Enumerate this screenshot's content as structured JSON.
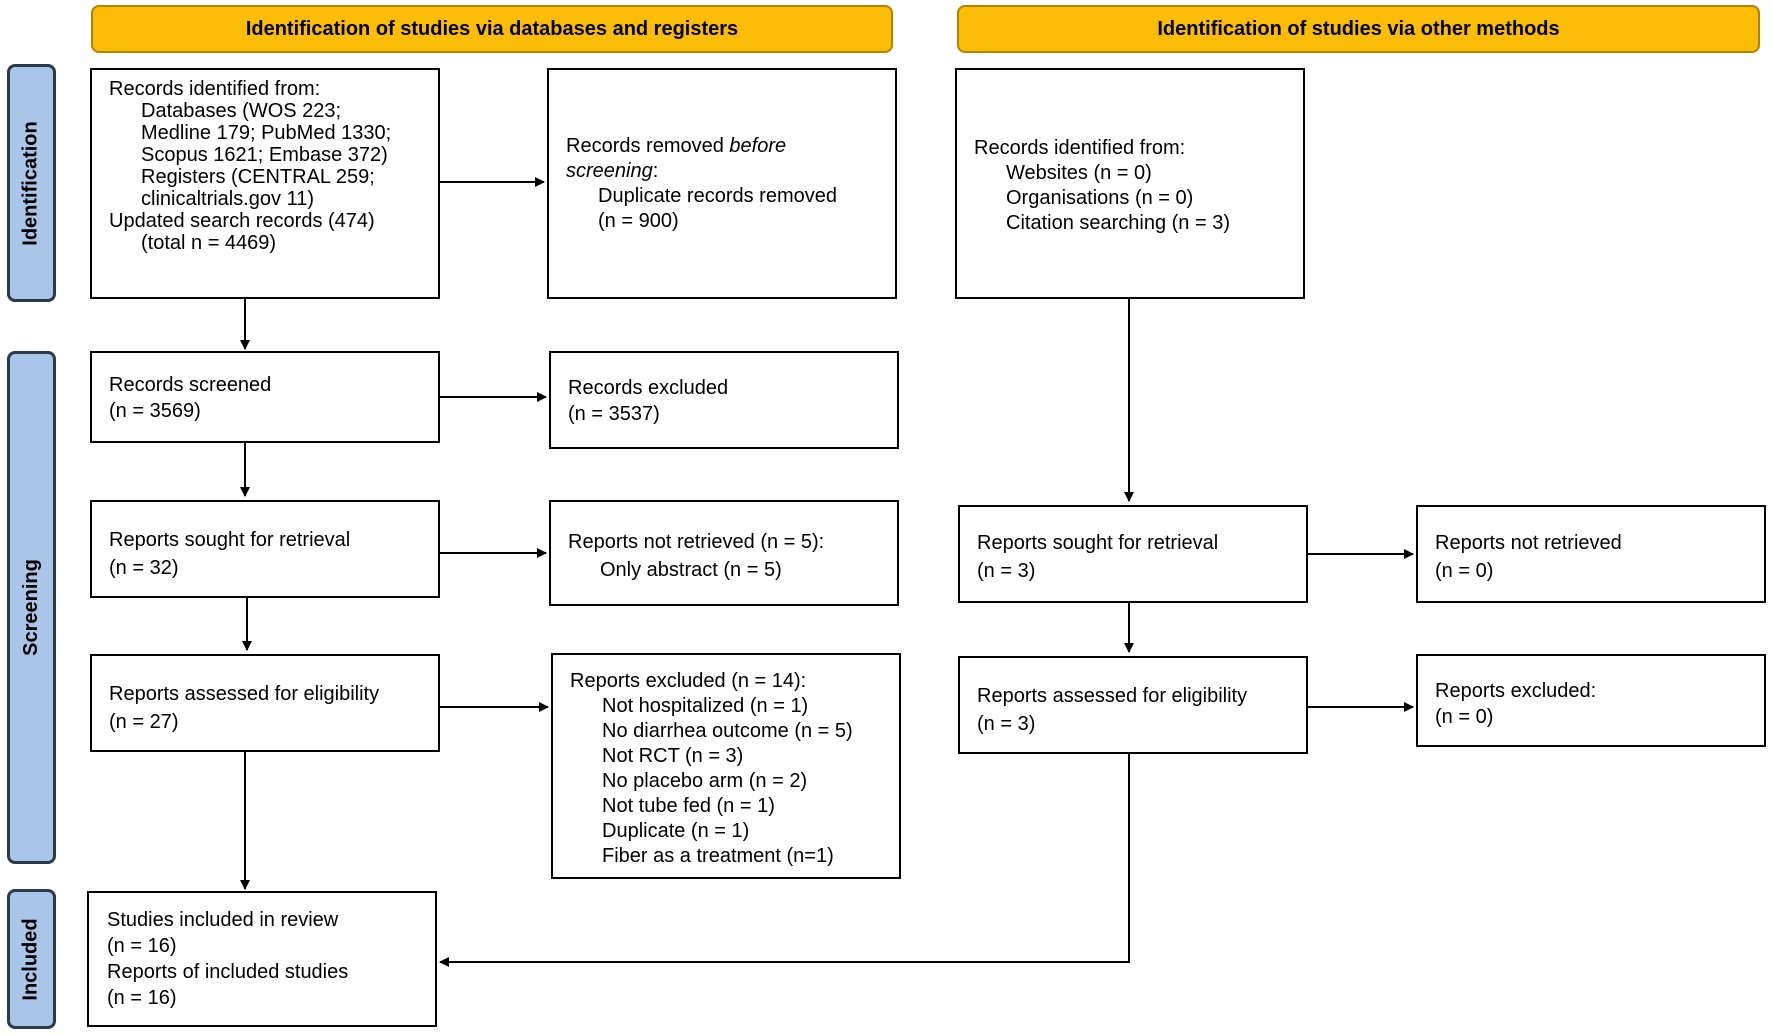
{
  "headers": {
    "left": "Identification of studies via databases and registers",
    "right": "Identification of studies via other methods"
  },
  "phases": {
    "identification": "Identification",
    "screening": "Screening",
    "included": "Included"
  },
  "db": {
    "records_identified": {
      "title": "Records identified from:",
      "lines": [
        "Databases (WOS 223;",
        "Medline 179; PubMed 1330;",
        "Scopus 1621; Embase 372)",
        "Registers (CENTRAL 259;",
        "clinicaltrials.gov 11)"
      ],
      "updated": "Updated search records (474)",
      "total": "(total n = 4469)"
    },
    "records_removed": {
      "title_pre": "Records removed ",
      "title_em": "before",
      "title_em2": "screening",
      "title_colon": ":",
      "line1": "Duplicate records removed",
      "line2": "(n = 900)"
    },
    "records_screened": {
      "title": "Records screened",
      "count": "(n = 3569)"
    },
    "records_excluded": {
      "title": "Records excluded",
      "count": "(n = 3537)"
    },
    "reports_sought": {
      "title": "Reports sought for retrieval",
      "count": "(n = 32)"
    },
    "reports_not_retrieved": {
      "title": "Reports not retrieved (n = 5):",
      "line1": "Only abstract (n = 5)"
    },
    "reports_assessed": {
      "title": "Reports assessed for eligibility",
      "count": "(n = 27)"
    },
    "reports_excluded": {
      "title": "Reports excluded (n = 14):",
      "reasons": [
        "Not hospitalized (n = 1)",
        "No diarrhea outcome (n = 5)",
        "Not RCT (n = 3)",
        "No placebo arm (n = 2)",
        "Not tube fed (n = 1)",
        "Duplicate (n = 1)",
        "Fiber as a treatment (n=1)"
      ]
    },
    "included": {
      "studies": "Studies included in review",
      "studies_count": "(n = 16)",
      "reports": "Reports of included studies",
      "reports_count": "(n = 16)"
    }
  },
  "other": {
    "records_identified": {
      "title": "Records identified from:",
      "lines": [
        "Websites (n = 0)",
        "Organisations (n = 0)",
        "Citation searching (n = 3)"
      ]
    },
    "reports_sought": {
      "title": "Reports sought for retrieval",
      "count": "(n = 3)"
    },
    "reports_not_retrieved": {
      "title": "Reports not retrieved",
      "count": "(n = 0)"
    },
    "reports_assessed": {
      "title": "Reports assessed for eligibility",
      "count": "(n = 3)"
    },
    "reports_excluded": {
      "title": "Reports excluded:",
      "count": "(n = 0)"
    }
  },
  "colors": {
    "header_fill": "#fbbc05",
    "phase_fill": "#a9c6e8",
    "phase_border": "#2a3a4f"
  }
}
